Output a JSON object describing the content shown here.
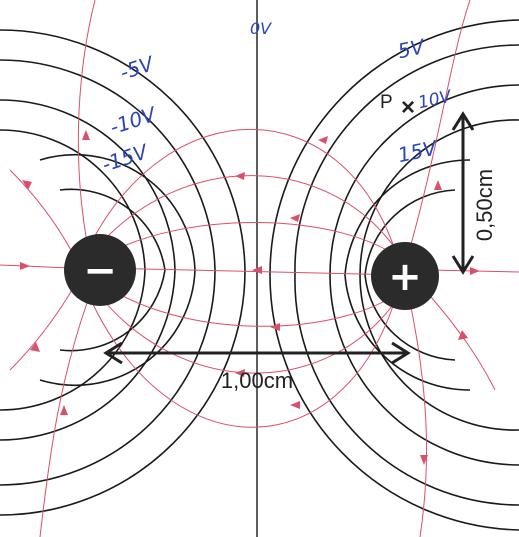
{
  "labels": {
    "zero_volt": "0V",
    "neg5": "-5V",
    "neg10": "-10V",
    "neg15": "-15V",
    "pos5": "5V",
    "pos10": "10V",
    "pos15": "15V",
    "point": "P",
    "point_marker": "×",
    "separation": "1,00cm",
    "offset": "0,50cm"
  },
  "charges": {
    "negative": "−",
    "positive": "+"
  },
  "colors": {
    "equipotential": "#1a1a1a",
    "field_line": "#d9506a",
    "handwriting": "#2a45b8",
    "charge": "#2b2b2b"
  }
}
